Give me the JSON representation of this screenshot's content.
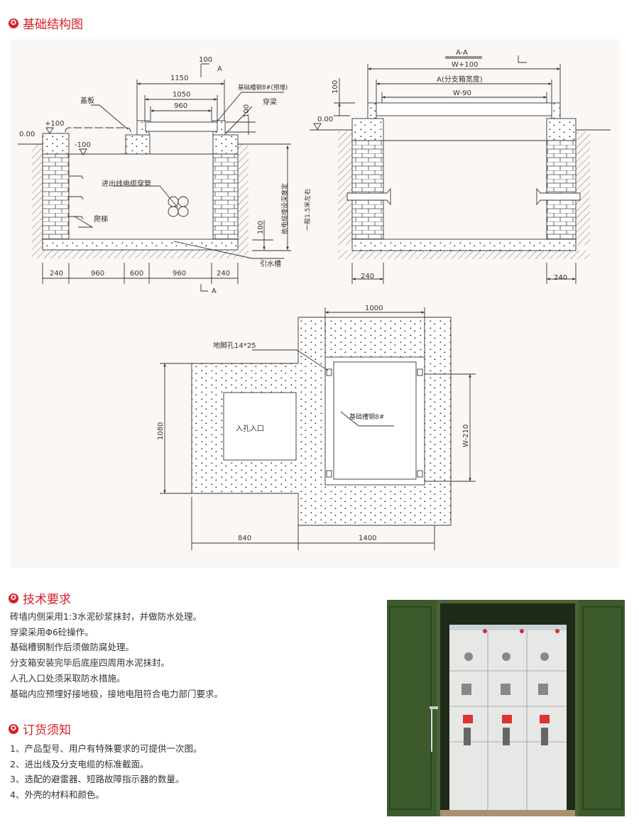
{
  "sections": {
    "structure_title": "基础结构图",
    "tech_title": "技术要求",
    "order_title": "订货须知"
  },
  "drawing_left": {
    "dims_top": [
      "1150",
      "1050",
      "960"
    ],
    "dim_100_top": "100",
    "section_mark_top": "100",
    "section_letter": "A",
    "label_cover": "盖板",
    "label_steel": "基础槽钢8#(预埋)",
    "label_beam": "穿梁",
    "level_plus": "+100",
    "level_zero": "0.00",
    "level_minus": "-100",
    "label_pipe": "进出线电缆穿管",
    "label_ladder": "爬梯",
    "label_drain": "引水槽",
    "label_depth": "依电缆埋设深度定",
    "label_depth2": "一般1.5米左右",
    "dim_100_bottom": "100",
    "dims_bottom": [
      "240",
      "960",
      "600",
      "960",
      "240"
    ]
  },
  "drawing_right": {
    "section": "A-A",
    "dim_outer": "W+100",
    "dim_a": "A(分支箱宽度)",
    "dim_inner": "W-90",
    "dim_100": "100",
    "level_zero": "0.00",
    "dims_bottom": [
      "240",
      "240"
    ]
  },
  "drawing_plan": {
    "dim_top": "1000",
    "label_bolt": "地脚孔14*25",
    "label_steel": "基础槽钢8#",
    "label_manhole": "入孔入口",
    "dim_left": "1080",
    "dim_right": "W-210",
    "dims_bottom": [
      "840",
      "1400"
    ]
  },
  "tech_requirements": [
    "砖墙内侧采用1:3水泥砂浆抹封，并做防水处理。",
    "穿梁采用Φ6砼操作。",
    "基础槽钢制作后须做防腐处理。",
    "分支箱安装完毕后底座四周用水泥抹封。",
    "人孔入口处须采取防水措施。",
    "基础内应预埋好接地极，接地电阻符合电力部门要求。"
  ],
  "order_notes": [
    "1、产品型号、用户有特殊要求的可提供一次图。",
    "2、进出线及分支电缆的标准截面。",
    "3、选配的避雷器、短路故障指示器的数量。",
    "4、外壳的材料和颜色。"
  ],
  "colors": {
    "accent": "#d81e2a",
    "panel": "#fbf7f4",
    "cabinet": "#3f5a2e"
  }
}
